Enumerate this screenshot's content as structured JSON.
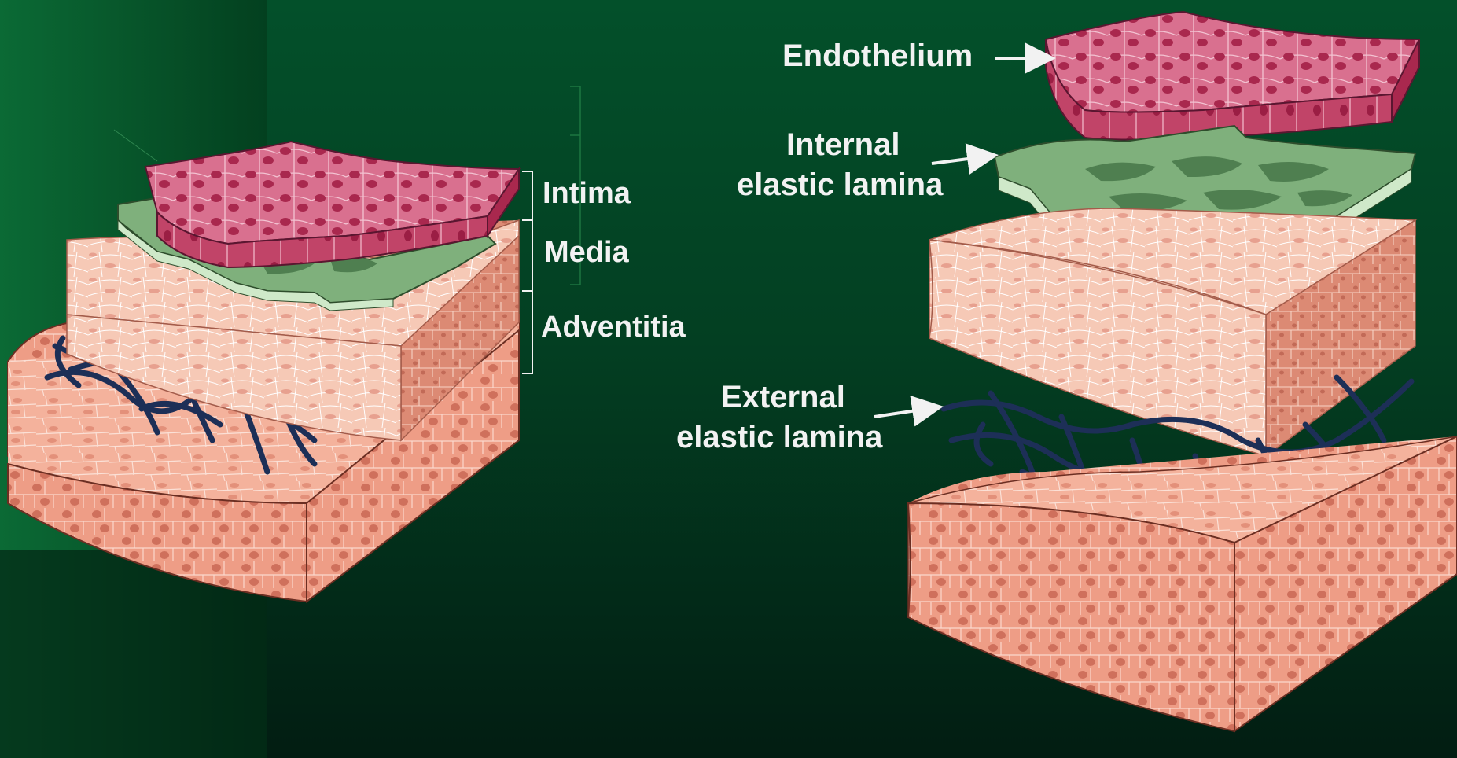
{
  "labels": {
    "intima": "Intima",
    "media": "Media",
    "adventitia": "Adventitia",
    "endothelium": "Endothelium",
    "internal_1": "Internal",
    "internal_2": "elastic lamina",
    "external_1": "External",
    "external_2": "elastic lamina"
  },
  "colors": {
    "endothelium": "#c54b72",
    "endothelium_top": "#d9708f",
    "elastic_lamina": "#7fb07c",
    "elastic_light": "#cfe9c9",
    "media": "#f6c3ad",
    "media_side": "#d9826d",
    "adventitia": "#f2a993",
    "adventitia_side": "#e08c76",
    "fibers": "#1d2f57",
    "text": "#f2f2f2"
  }
}
